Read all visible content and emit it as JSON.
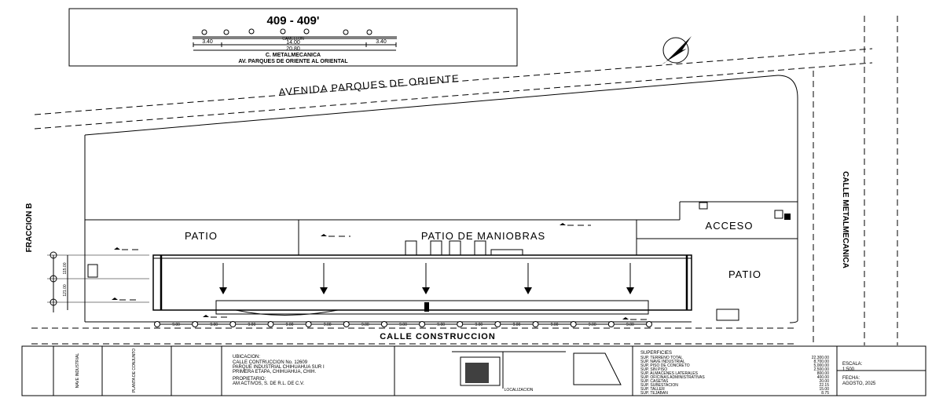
{
  "legend_box": {
    "title": "409 - 409'",
    "dims": [
      "3.40",
      "14.00",
      "3.40"
    ],
    "center_label": "CAMELLON",
    "total": "20.80",
    "street": "C. METALMECANICA",
    "route": "AV. PARQUES DE ORIENTE AL ORIENTAL"
  },
  "streets": {
    "north": "AVENIDA PARQUES DE ORIENTE",
    "south": "CALLE CONSTRUCCION",
    "east": "CALLE METALMECANICA",
    "west": "FRACCION B"
  },
  "areas": {
    "patio_west": "PATIO",
    "patio_maniobras": "PATIO DE MANIOBRAS",
    "acceso": "ACCESO",
    "patio_east": "PATIO"
  },
  "grid_spacing": [
    "9.00",
    "9.00",
    "9.00",
    "9.00",
    "9.00",
    "9.00",
    "9.00",
    "9.00",
    "9.00",
    "9.00",
    "9.00",
    "9.00",
    "9.00"
  ],
  "left_dims": [
    "115.00",
    "121.00"
  ],
  "title_block": {
    "plan_title_a": "NAVE INDUSTRIAL",
    "plan_title_b": "PLANTA DE CONJUNTO",
    "ubicacion_label": "UBICACION:",
    "ubicacion_lines": [
      "CALLE CONTRUCCION No. 12609",
      "PARQUE INDUSTRIAL CHIHUAHUA SUR I",
      "PRIMERA ETAPA, CHIHUAHUA, CHIH."
    ],
    "propietario_label": "PROPIETARIO:",
    "propietario": "AM ACTIVOS, S. DE R.L. DE C.V.",
    "localizacion": "LOCALIZACION",
    "superficies_title": "SUPERFICIES",
    "superficies": [
      {
        "label": "SUP. TERRENO TOTAL",
        "value": "22,300.00"
      },
      {
        "label": "SUP. NAVE INDUSTRIAL",
        "value": "8,700.00"
      },
      {
        "label": "SUP. PISO DE CONCRETO",
        "value": "5,000.00"
      },
      {
        "label": "SUP. SIN PISO",
        "value": "2,500.00"
      },
      {
        "label": "SUP. ALMACENES LATERALES",
        "value": "800.00"
      },
      {
        "label": "SUP. OFICINAS ADMINISTRATIVAS",
        "value": "400.00"
      },
      {
        "label": "SUP. CASETAS",
        "value": "20.00"
      },
      {
        "label": "SUP. SUBESTACION",
        "value": "22.15"
      },
      {
        "label": "SUP. TALLER",
        "value": "15.00"
      },
      {
        "label": "SUP. TEJABAN",
        "value": "8.75"
      }
    ],
    "escala_label": "ESCALA:",
    "escala": "1:500",
    "fecha_label": "FECHA:",
    "fecha": "AGOSTO, 2025"
  }
}
